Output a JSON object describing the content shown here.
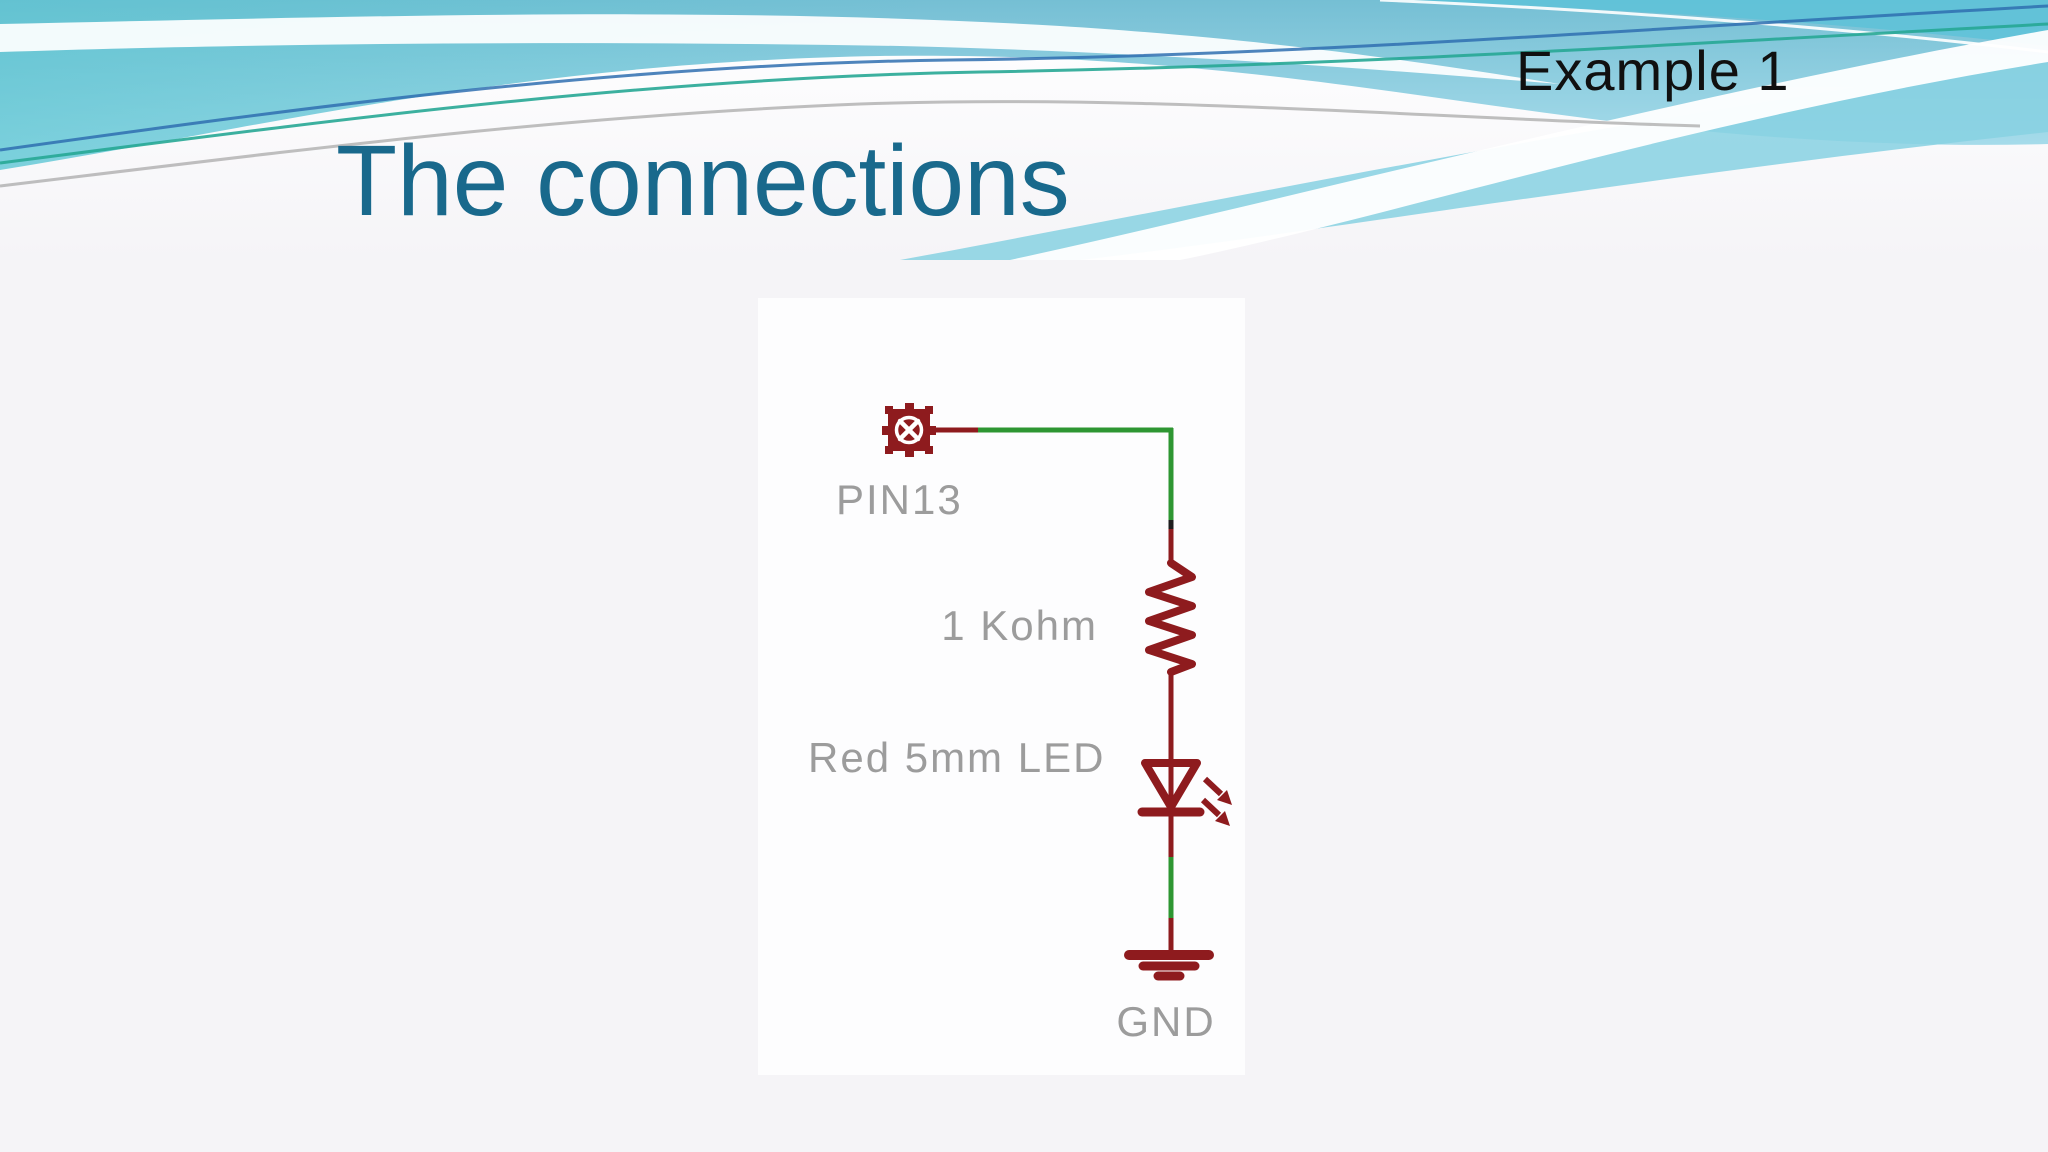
{
  "slide": {
    "corner_label": "Example 1",
    "title": "The connections"
  },
  "circuit": {
    "description": "Schematic of an LED connected to an Arduino pin",
    "labels": {
      "pin": "PIN13",
      "resistor": "1 Kohm",
      "led": "Red 5mm LED",
      "ground": "GND"
    },
    "connections": [
      "PIN13 pad → 1 Kohm resistor",
      "1 Kohm resistor → Red 5mm LED",
      "Red 5mm LED → GND"
    ],
    "colors": {
      "component_maroon": "#8e1b1e",
      "net_wire_green": "#2e9632",
      "label_gray": "#9c9c9c"
    }
  },
  "theme": {
    "title_color": "#19698c",
    "corner_label_color": "#101010",
    "header_blue_top": "#75bfd4",
    "header_blue_light": "#c3e9f3",
    "header_turquoise": "#4fcbd2",
    "slide_background": "#f5f4f7",
    "panel_background": "#fdfdfe"
  }
}
